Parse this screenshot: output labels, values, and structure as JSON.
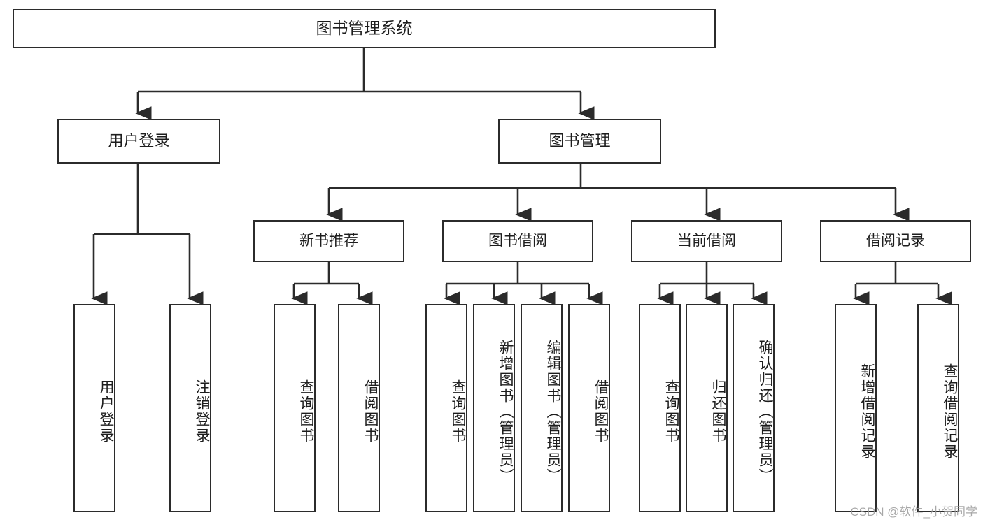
{
  "diagram": {
    "title": "图书管理系统",
    "type": "tree-hierarchy-chart",
    "root": {
      "label": "图书管理系统"
    },
    "level2": [
      {
        "label": "用户登录"
      },
      {
        "label": "图书管理"
      }
    ],
    "level3": [
      {
        "label": "新书推荐"
      },
      {
        "label": "图书借阅"
      },
      {
        "label": "当前借阅"
      },
      {
        "label": "借阅记录"
      }
    ],
    "leaves": {
      "user_login": [
        {
          "label": "用户登录"
        },
        {
          "label": "注销登录"
        }
      ],
      "new_book_recommend": [
        {
          "label": "查询图书"
        },
        {
          "label": "借阅图书"
        }
      ],
      "book_borrow": [
        {
          "label": "查询图书"
        },
        {
          "label": "新增图书（管理员）"
        },
        {
          "label": "编辑图书（管理员）"
        },
        {
          "label": "借阅图书"
        }
      ],
      "current_borrow": [
        {
          "label": "查询图书"
        },
        {
          "label": "归还图书"
        },
        {
          "label": "确认归还（管理员）"
        }
      ],
      "borrow_record": [
        {
          "label": "新增借阅记录"
        },
        {
          "label": "查询借阅记录"
        }
      ]
    }
  },
  "watermark": {
    "text": "CSDN @软件_小贺同学"
  },
  "colors": {
    "stroke": "#2b2b2b",
    "fill": "#ffffff",
    "text": "#1d1d1d",
    "watermark": "#9a9a9a"
  }
}
